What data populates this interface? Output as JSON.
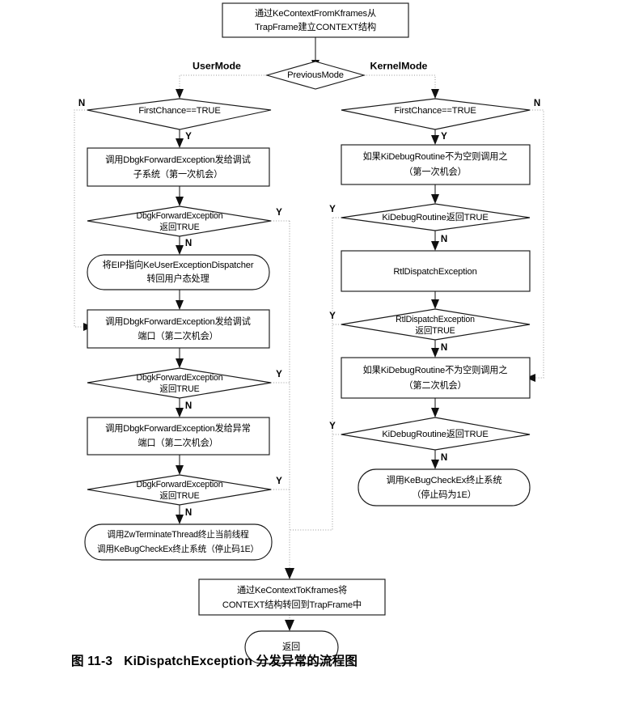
{
  "figure": {
    "number": "图 11-3",
    "title": "KiDispatchException 分发异常的流程图"
  },
  "flowchart": {
    "type": "flowchart",
    "orientation": "top-down",
    "nodes": {
      "start": {
        "shape": "process",
        "lines": [
          "通过KeContextFromKframes从",
          "TrapFrame建立CONTEXT结构"
        ]
      },
      "previous_mode": {
        "shape": "decision",
        "lines": [
          "PreviousMode"
        ]
      },
      "user_first_chance": {
        "shape": "decision",
        "lines": [
          "FirstChance==TRUE"
        ]
      },
      "user_dbgk_sub": {
        "shape": "process",
        "lines": [
          "调用DbgkForwardException发给调试",
          "子系统（第一次机会）"
        ]
      },
      "user_dbgk_sub_ret": {
        "shape": "decision",
        "lines": [
          "DbgkForwardException",
          "返回TRUE"
        ]
      },
      "user_eip": {
        "shape": "terminator",
        "lines": [
          "将EIP指向KeUserExceptionDispatcher",
          "转回用户态处理"
        ]
      },
      "user_dbgk_port2": {
        "shape": "process",
        "lines": [
          "调用DbgkForwardException发给调试",
          "端口（第二次机会）"
        ]
      },
      "user_dbgk_port2_ret": {
        "shape": "decision",
        "lines": [
          "DbgkForwardException",
          "返回TRUE"
        ]
      },
      "user_dbgk_exc_port": {
        "shape": "process",
        "lines": [
          "调用DbgkForwardException发给异常",
          "端口（第二次机会）"
        ]
      },
      "user_dbgk_exc_ret": {
        "shape": "decision",
        "lines": [
          "DbgkForwardException",
          "返回TRUE"
        ]
      },
      "user_terminate": {
        "shape": "terminator",
        "lines": [
          "调用ZwTerminateThread终止当前线程",
          "调用KeBugCheckEx终止系统（停止码1E）"
        ]
      },
      "kernel_first_chance": {
        "shape": "decision",
        "lines": [
          "FirstChance==TRUE"
        ]
      },
      "kernel_kidebug1": {
        "shape": "process",
        "lines": [
          "如果KiDebugRoutine不为空则调用之",
          "（第一次机会）"
        ]
      },
      "kernel_kidebug1_ret": {
        "shape": "decision",
        "lines": [
          "KiDebugRoutine返回TRUE"
        ]
      },
      "kernel_rtl": {
        "shape": "process",
        "lines": [
          "RtlDispatchException"
        ]
      },
      "kernel_rtl_ret": {
        "shape": "decision",
        "lines": [
          "RtlDispatchException",
          "返回TRUE"
        ]
      },
      "kernel_kidebug2": {
        "shape": "process",
        "lines": [
          "如果KiDebugRoutine不为空则调用之",
          "（第二次机会）"
        ]
      },
      "kernel_kidebug2_ret": {
        "shape": "decision",
        "lines": [
          "KiDebugRoutine返回TRUE"
        ]
      },
      "kernel_bugcheck": {
        "shape": "terminator",
        "lines": [
          "调用KeBugCheckEx终止系统",
          "（停止码为1E）"
        ]
      },
      "context_back": {
        "shape": "process",
        "lines": [
          "通过KeContextToKframes将",
          "CONTEXT结构转回到TrapFrame中"
        ]
      },
      "end": {
        "shape": "terminator",
        "lines": [
          "返回"
        ]
      }
    },
    "edge_labels": {
      "user_mode": "UserMode",
      "kernel_mode": "KernelMode",
      "yes": "Y",
      "no": "N"
    }
  },
  "colors": {
    "ink": "#1a1a1a",
    "paper": "#ffffff",
    "dotted": "#9a9a9a"
  }
}
